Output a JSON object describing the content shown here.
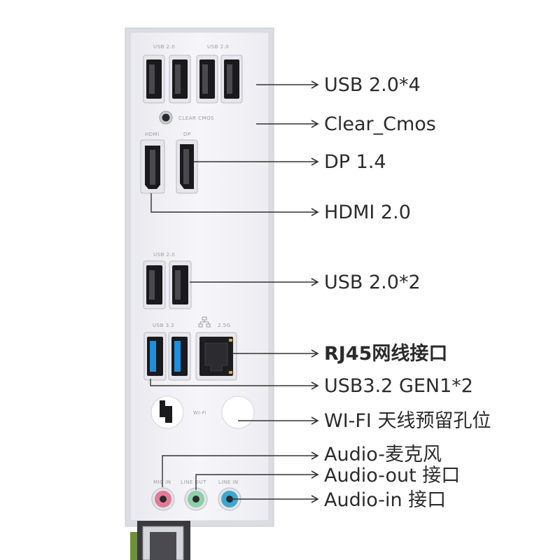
{
  "panel": {
    "labels": {
      "usb_top_left": "USB 2.0",
      "usb_top_right": "USB 2.0",
      "clear_cmos": "CLEAR CMOS",
      "hdmi": "HDMI",
      "dp": "DP",
      "usb_mid": "USB 2.0",
      "usb32": "USB 3.2",
      "lan": "2.5G",
      "wifi": "Wi-Fi",
      "mic_in": "MIC IN",
      "line_out": "LINE OUT",
      "line_in": "LINE IN"
    },
    "colors": {
      "bracket": "#f3f3f8",
      "usb3_blue": "#1e8fe0",
      "mic_pink": "#e27a95",
      "line_out_green": "#8ed0a8",
      "line_in_blue": "#3ea7d0"
    }
  },
  "callouts": [
    {
      "text": "USB 2.0*4"
    },
    {
      "text": "Clear_Cmos"
    },
    {
      "text": "DP 1.4"
    },
    {
      "text": "HDMI 2.0"
    },
    {
      "text": "USB 2.0*2"
    },
    {
      "text": "RJ45网线接口"
    },
    {
      "text": "USB3.2 GEN1*2"
    },
    {
      "text": "WI-FI 天线预留孔位"
    },
    {
      "text": "Audio-麦克风"
    },
    {
      "text": "Audio-out 接口"
    },
    {
      "text": "Audio-in 接口"
    }
  ]
}
